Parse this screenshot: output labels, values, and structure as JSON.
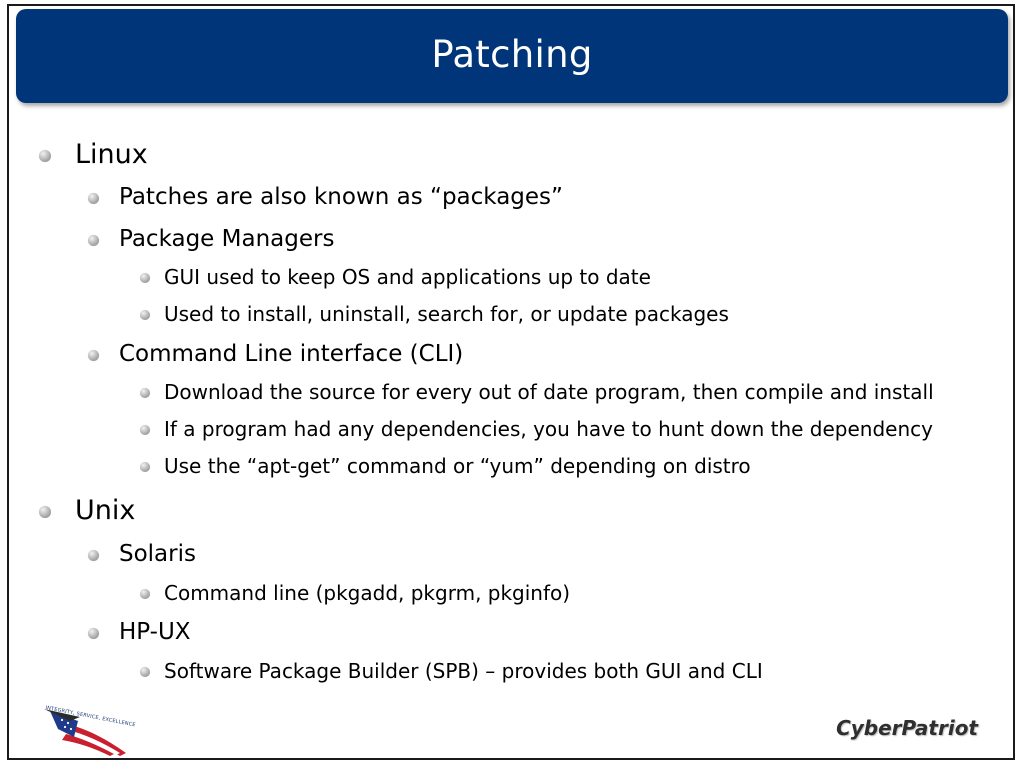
{
  "slide": {
    "title": "Patching",
    "outline": [
      {
        "level": 1,
        "text": "Linux"
      },
      {
        "level": 2,
        "text": "Patches are also known as “packages”"
      },
      {
        "level": 2,
        "text": "Package Managers"
      },
      {
        "level": 3,
        "text": "GUI used to keep OS and applications up to date"
      },
      {
        "level": 3,
        "text": "Used to install, uninstall, search for, or update packages"
      },
      {
        "level": 2,
        "text": "Command Line interface (CLI)"
      },
      {
        "level": 3,
        "text": "Download the source for every out of date program, then compile and install"
      },
      {
        "level": 3,
        "text": "If a program had any dependencies, you have to hunt down the dependency"
      },
      {
        "level": 3,
        "text": "Use the “apt-get” command or “yum” depending on distro"
      },
      {
        "level": 1,
        "text": "Unix"
      },
      {
        "level": 2,
        "text": "Solaris"
      },
      {
        "level": 3,
        "text": "Command line (pkgadd, pkgrm, pkginfo)"
      },
      {
        "level": 2,
        "text": "HP-UX"
      },
      {
        "level": 3,
        "text": "Software Package Builder (SPB) – provides both GUI and CLI"
      }
    ]
  },
  "footer": {
    "logo_motto": "INTEGRITY, SERVICE, EXCELLENCE",
    "brand": "CyberPatriot"
  },
  "colors": {
    "title_bar": "#003679",
    "title_text": "#ffffff",
    "bullet": "#9e9e9e"
  },
  "icons": [
    "bullet-icon",
    "eagle-flag-logo"
  ]
}
